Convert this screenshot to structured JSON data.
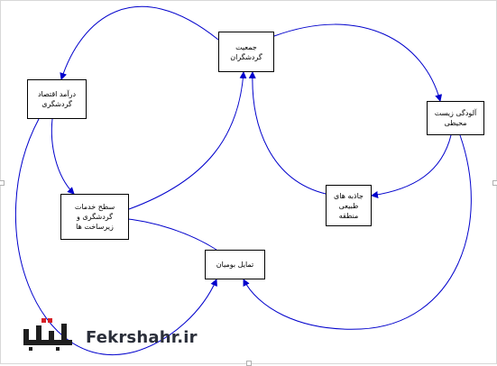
{
  "nodes": {
    "tourists": "جمعیت گردشگران",
    "income": "درآمد اقتصاد\nگردشگری",
    "env": "آلودگی زیست\nمحیطی",
    "nature": "جاذبه های طبیعی\nمنطقه",
    "services": "سطح خدمات\nگردشگری و\nزیرساخت ها",
    "locals": "تمایل بومیان"
  },
  "colors": {
    "arrow": "#0000cc",
    "node_border": "#000000",
    "logo_text": "#2b2f3a",
    "logo_mark": "#1e1e1e",
    "logo_accent": "#d61f26"
  },
  "watermark": {
    "text": "Fekrshahr.ir"
  }
}
